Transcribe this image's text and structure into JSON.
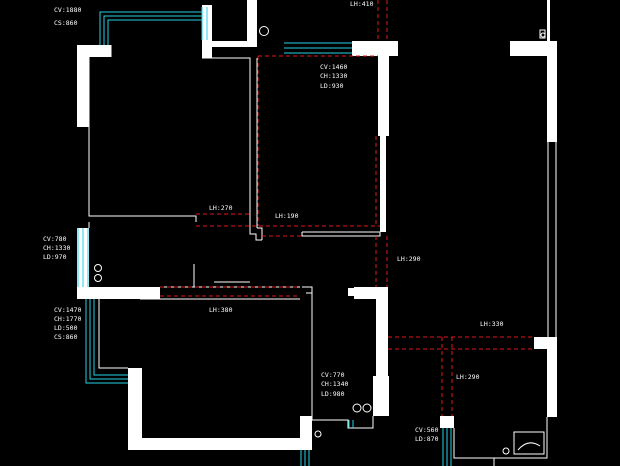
{
  "labels": {
    "cv1880": "CV:1880",
    "cs860_top": "CS:860",
    "lh410": "LH:410",
    "cv1460": "CV:1460",
    "ch1330": "CH:1330",
    "ld930": "LD:930",
    "lh270": "LH:270",
    "lh190": "LH:190",
    "cv780": "CV:780",
    "ch1330_b": "CH:1330",
    "ld970": "LD:970",
    "lh290_mid": "LH:290",
    "cv1470": "CV:1470",
    "ch1770": "CH:1770",
    "ld500": "LD:500",
    "cs860_b": "CS:860",
    "lh380": "LH:380",
    "lh330": "LH:330",
    "lh290_low": "LH:290",
    "cv770": "CV:770",
    "ch1340": "CH:1340",
    "ld980": "LD:980",
    "cv560": "CV:560",
    "ld870": "LD:870"
  },
  "colors": {
    "background": "#000000",
    "wall": "#ffffff",
    "window": "#22d3e6",
    "dimension_line": "#e01818"
  }
}
